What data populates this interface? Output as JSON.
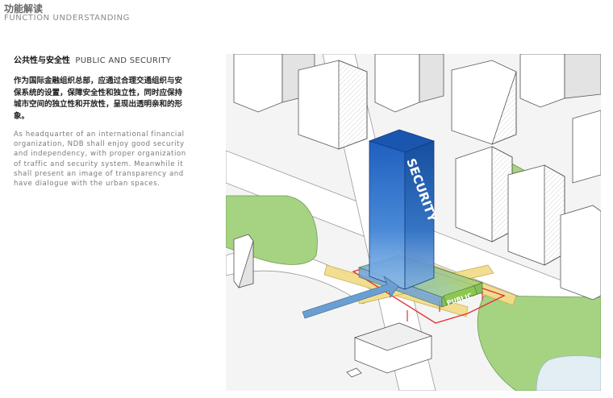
{
  "header": {
    "title_cn": "功能解读",
    "title_en": "FUNCTION UNDERSTANDING"
  },
  "section": {
    "heading_cn": "公共性与安全性",
    "heading_en": "PUBLIC AND SECURITY",
    "body_cn": "作为国际金融组织总部，应通过合理交通组织与安保系统的设置，保障安全性和独立性，同时应保持城市空间的独立性和开放性，呈现出透明亲和的形象。",
    "body_en": "As headquarter of an international financial organization, NDB shall enjoy good security and independency, with proper organization of traffic and security system. Meanwhile it shall present an image of transparency and have dialogue with the urban spaces."
  },
  "illustration": {
    "tower_label": "SECURITY",
    "podium_label": "PUBLIC",
    "colors": {
      "tower": "#2f6fc6",
      "green_space": "#9fd07a",
      "circulation": "#f2dd8c",
      "security_line": "#e03434",
      "pathway_arrow": "#6a9fd3"
    }
  }
}
